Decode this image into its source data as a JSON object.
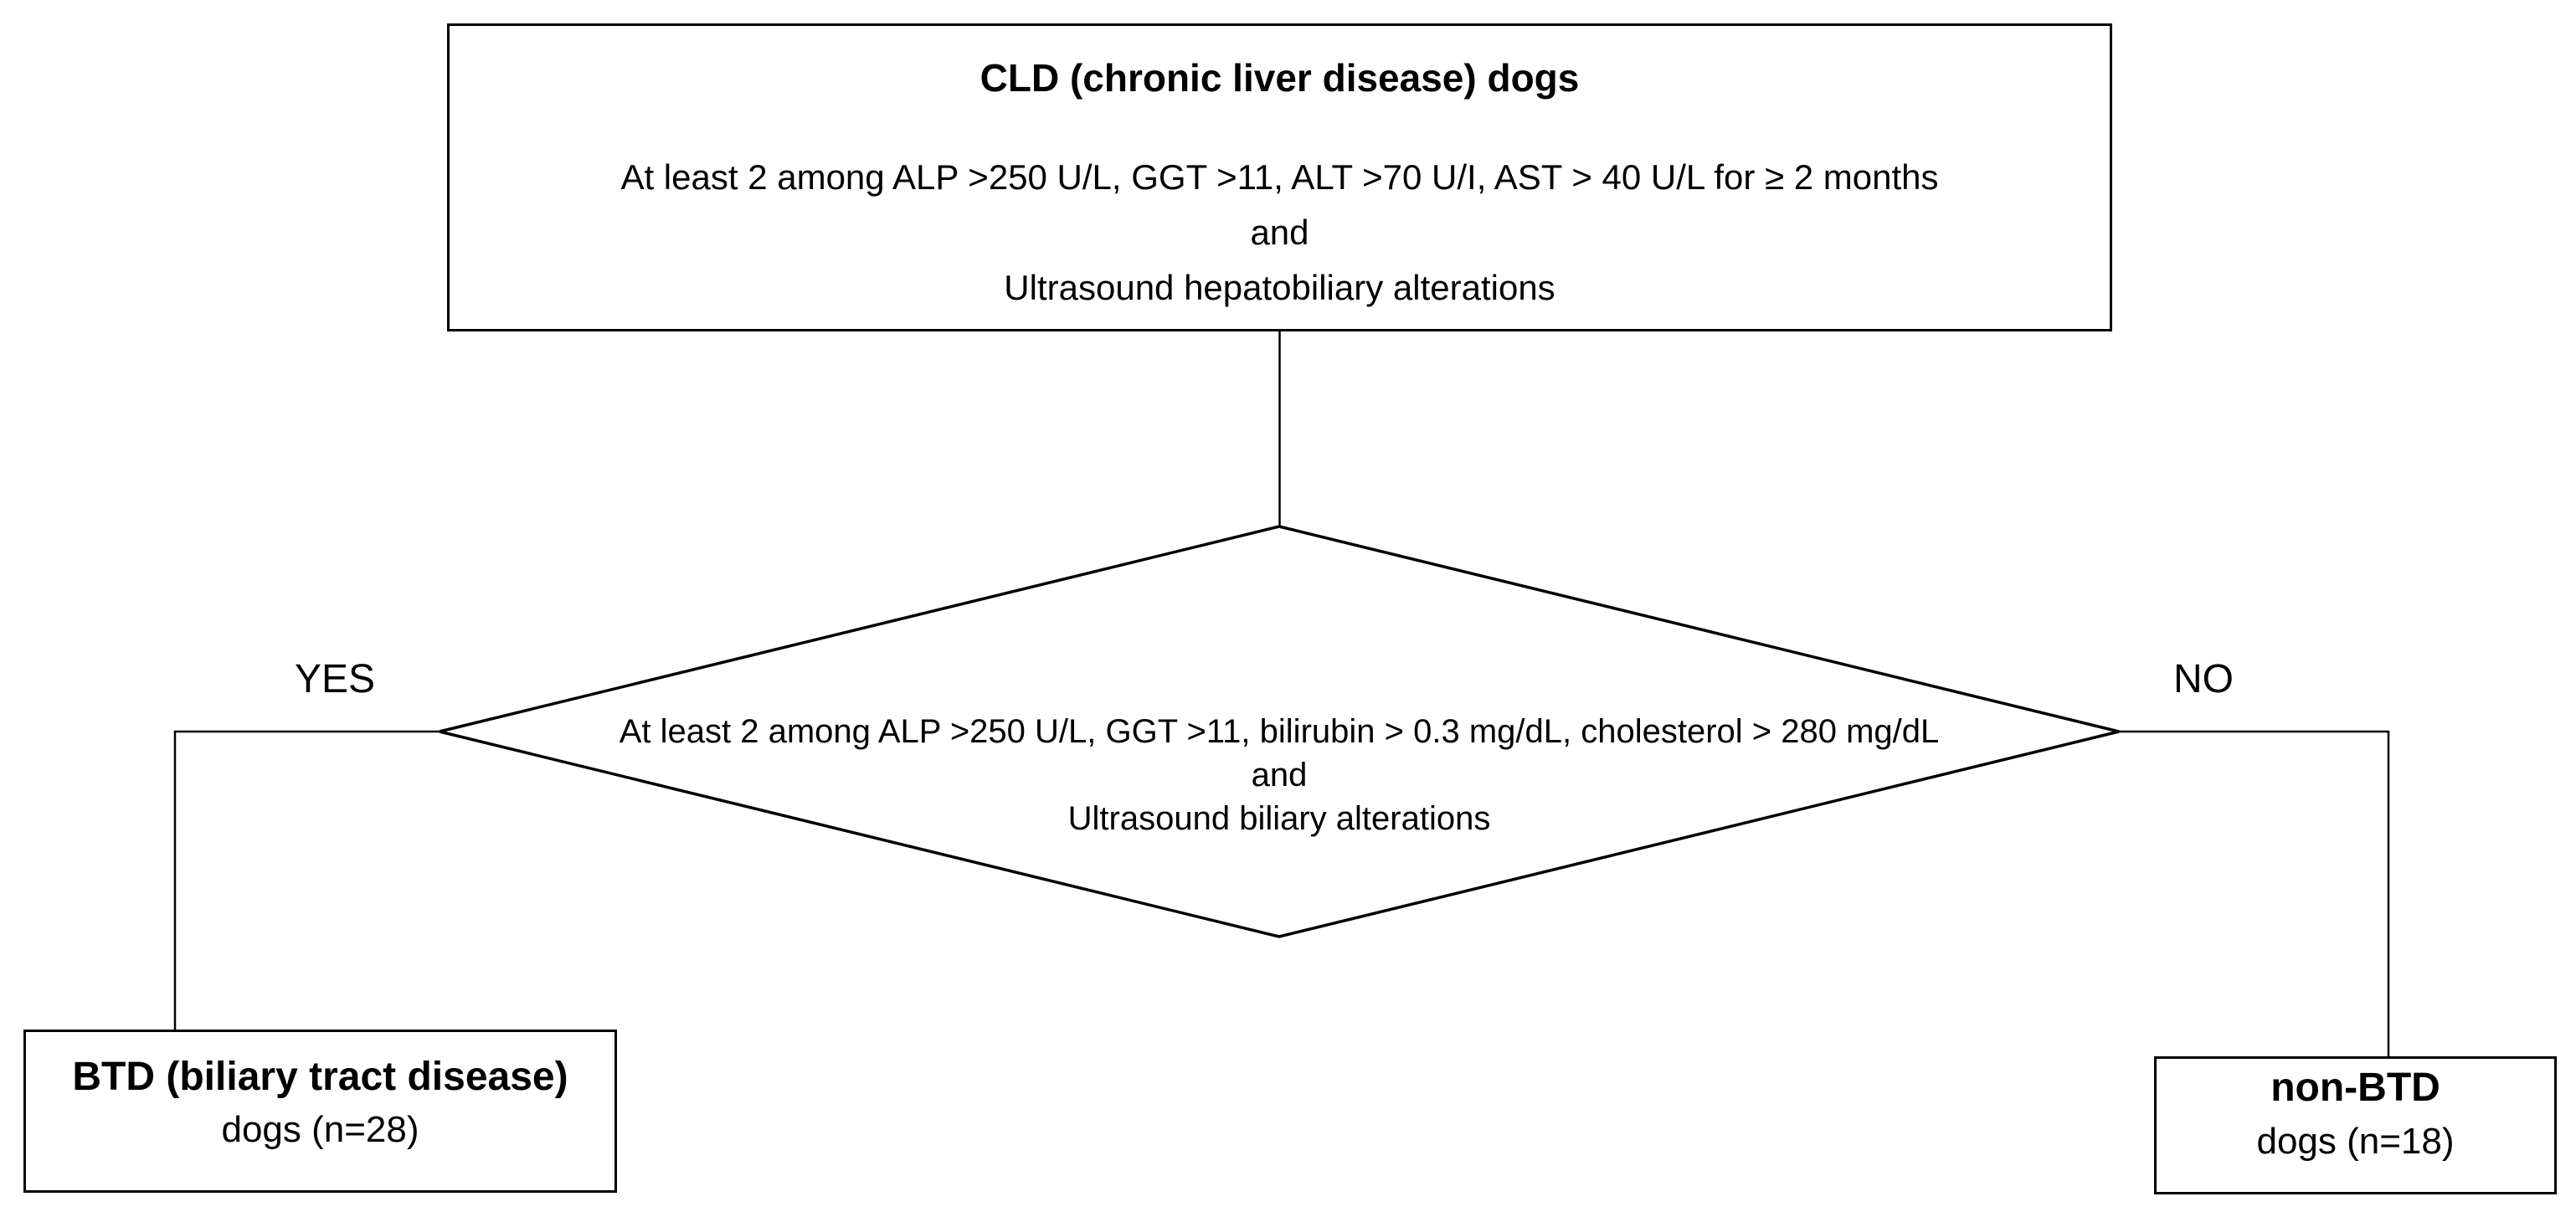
{
  "page": {
    "background_color": "#ffffff",
    "line_color": "#000000",
    "text_color": "#000000"
  },
  "flowchart": {
    "top_box": {
      "title": "CLD (chronic liver disease) dogs",
      "criteria": "At least 2 among ALP >250 U/L, GGT >11, ALT >70 U/I, AST > 40 U/L for ≥ 2 months",
      "conjunction": "and",
      "ultrasound": "Ultrasound hepatobiliary alterations"
    },
    "decision_diamond": {
      "criteria": "At least 2 among ALP >250 U/L, GGT >11, bilirubin > 0.3 mg/dL, cholesterol > 280 mg/dL",
      "conjunction": "and",
      "ultrasound": "Ultrasound biliary alterations"
    },
    "branch_labels": {
      "yes": "YES",
      "no": "NO"
    },
    "outcome_boxes": {
      "btd": {
        "title": "BTD (biliary tract disease)",
        "subtitle": "dogs (n=28)"
      },
      "non_btd": {
        "title": "non-BTD",
        "subtitle": "dogs (n=18)"
      }
    }
  }
}
